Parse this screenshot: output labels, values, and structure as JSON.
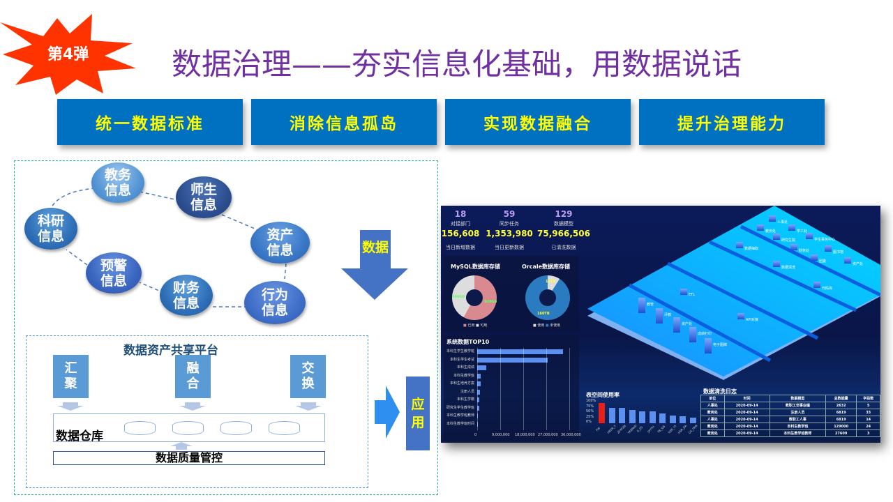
{
  "badge": {
    "text": "第4弹",
    "color": "#ff3300"
  },
  "title": "数据治理——夯实信息化基础，用数据说话",
  "pillars": [
    "统一数据标准",
    "消除信息孤岛",
    "实现数据融合",
    "提升治理能力"
  ],
  "info_bubbles": [
    "教务信息",
    "师生信息",
    "科研信息",
    "资产信息",
    "预警信息",
    "财务信息",
    "行为信息"
  ],
  "data_arrow": "数据",
  "platform": {
    "title": "数据资产共享平台",
    "steps": [
      "汇聚",
      "融合",
      "交换"
    ],
    "warehouse": "数据仓库",
    "quality": "数据质量管控"
  },
  "apply": "应用",
  "dashboard": {
    "kpis": [
      {
        "n": "18",
        "l": "对接部门",
        "v": "156,608",
        "vl": "当日新增数据"
      },
      {
        "n": "59",
        "l": "同步任务",
        "v": "1,353,980",
        "vl": "当日更新数据"
      },
      {
        "n": "129",
        "l": "数据模型",
        "v": "75,966,506",
        "vl": "已清洗数据"
      }
    ],
    "mysql": {
      "title": "MySQL数据库存储",
      "a": "680GB",
      "b": "920GB",
      "legend": [
        "已用",
        "可用"
      ]
    },
    "oracle": {
      "title": "Orcale数据库存储",
      "a": "15TB",
      "b": "160TB",
      "legend": [
        "使用",
        "未使用"
      ]
    },
    "top10": {
      "title": "系统数据TOP10",
      "items": [
        "本科生学生教学班",
        "本科生学生考试",
        "本科生成绩",
        "本科生教学班",
        "本科生培养方案",
        "注册人员",
        "本科生学籍",
        "研究生学生教学班",
        "本科生教学班教师",
        "本科生教学班时间"
      ],
      "values": [
        33500000,
        27500000,
        3500000,
        1300000,
        1300000,
        1000000,
        700000,
        700000,
        300000,
        300000
      ],
      "ticks": [
        "0",
        "9,000,000",
        "18,000,000",
        "27,000,000",
        "36,000,000"
      ],
      "max": 36000000
    },
    "tablespace": {
      "title": "表空间使用率",
      "ticks": [
        "100%",
        "75%",
        "50%",
        "25%",
        "0%"
      ],
      "items": [
        "FW",
        "HEER_Y",
        "ZFXFZB",
        "YKBRAD",
        "S_ZS",
        "JXYTH",
        "TB_YJS",
        "USR_YT",
        "USR_DA",
        "GX_FRM"
      ],
      "values": [
        0.98,
        0.74,
        0.74,
        0.62,
        0.57,
        0.57,
        0.48,
        0.36,
        0.33,
        0.28
      ],
      "highlight": "#e8201a",
      "bar": "#5b8ff0"
    },
    "log": {
      "title": "数据清洗日志",
      "headers": [
        "单位",
        "时间",
        "数据模型",
        "总数据量",
        "字段数"
      ],
      "rows": [
        [
          "人事处",
          "2020-09-14",
          "教职工非事业编",
          "2632",
          "5"
        ],
        [
          "教务处",
          "2020-09-14",
          "注册人员",
          "6819",
          "33"
        ],
        [
          "人事处",
          "2020-09-14",
          "教职工人事",
          "6819",
          "14"
        ],
        [
          "教务处",
          "2020-09-14",
          "本科生教学班",
          "129000",
          "24"
        ],
        [
          "教务处",
          "2020-09-14",
          "本科生教学班教师",
          "27609",
          "3"
        ]
      ]
    },
    "iso_labels": [
      "人事处",
      "学工处",
      "教务处",
      "研究生院",
      "学生事务中心",
      "财务处",
      "图书馆",
      "团委",
      "资产处",
      "数据抽取",
      "数据清洗",
      "代码库",
      "ETL",
      "API对接",
      "教管",
      "评教",
      "资产处",
      "成绩打印",
      "电子图牌"
    ]
  }
}
